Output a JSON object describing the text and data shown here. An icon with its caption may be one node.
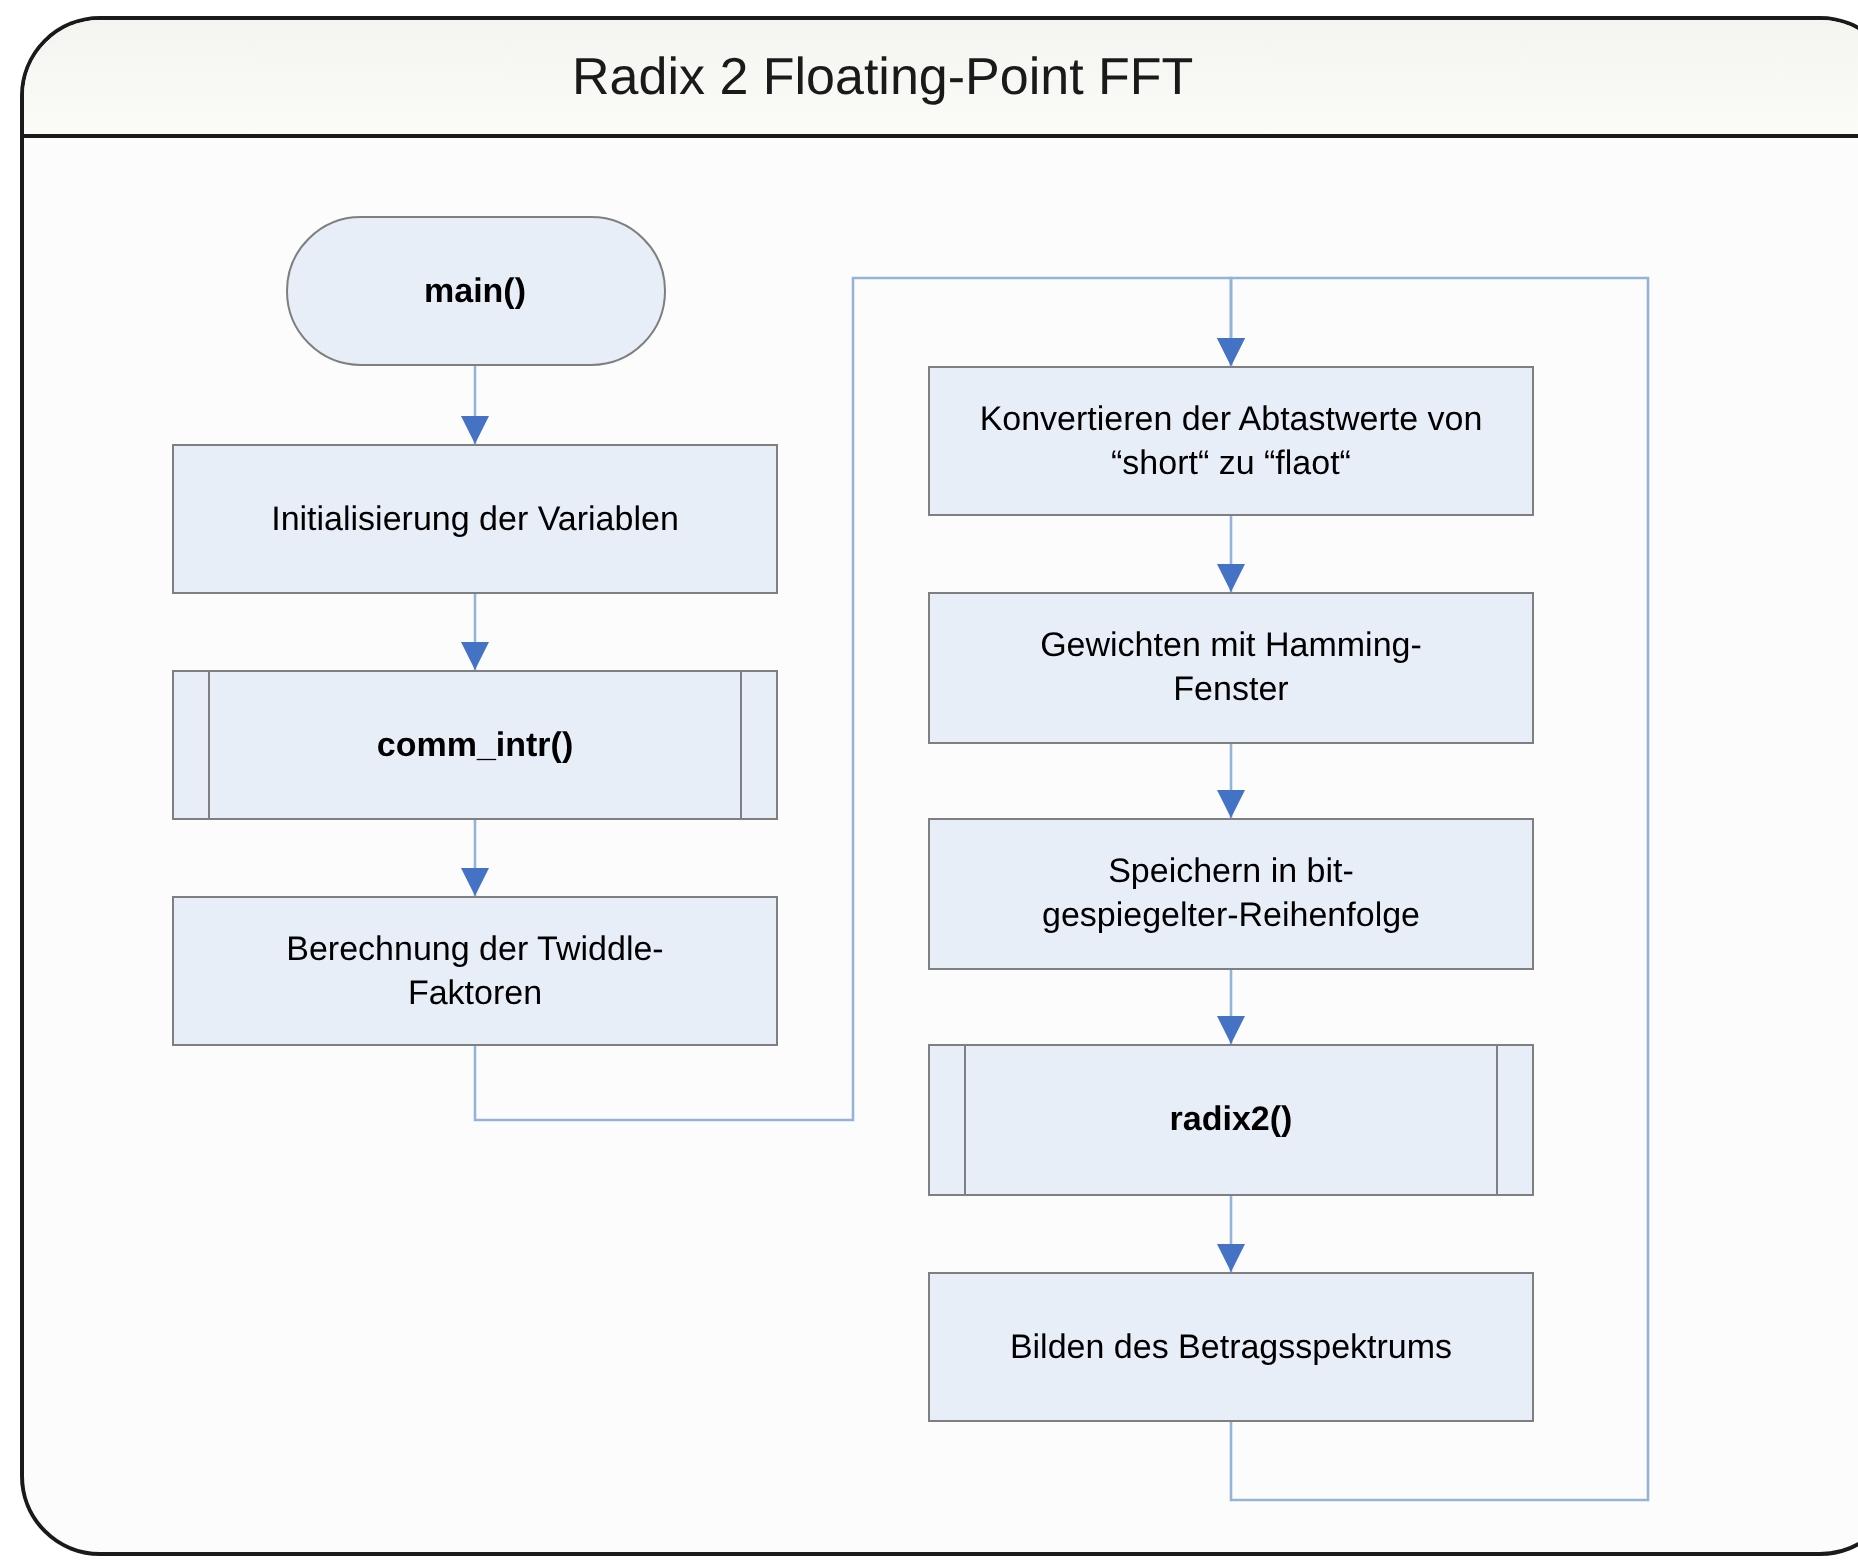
{
  "diagram": {
    "title": "Radix 2 Floating-Point FFT",
    "nodes": [
      {
        "text": [
          "main()"
        ]
      },
      {
        "text": [
          "Initialisierung der Variablen"
        ]
      },
      {
        "text": [
          "comm_intr()"
        ]
      },
      {
        "text": [
          "Berechnung der Twiddle-Faktoren"
        ]
      },
      {
        "text": [
          "Konvertieren der Abtastwerte von “short“ zu “flaot“"
        ]
      },
      {
        "text": [
          "Gewichten mit Hamming-Fenster"
        ]
      },
      {
        "text": [
          "Speichern in bit-gespiegelter-Reihenfolge"
        ]
      },
      {
        "text": [
          "radix2()"
        ]
      },
      {
        "text": [
          "Bilden des Betragsspektrums"
        ]
      }
    ],
    "edges": [
      {
        "from": 0,
        "to": 1,
        "arrow": "to"
      },
      {
        "from": 1,
        "to": 2,
        "arrow": "to"
      },
      {
        "from": 2,
        "to": 3,
        "arrow": "to"
      },
      {
        "from": 3,
        "to": 4,
        "arrow": "to"
      },
      {
        "from": 4,
        "to": 5,
        "arrow": "to"
      },
      {
        "from": 5,
        "to": 6,
        "arrow": "to"
      },
      {
        "from": 6,
        "to": 7,
        "arrow": "to"
      },
      {
        "from": 7,
        "to": 8,
        "arrow": "to"
      },
      {
        "from": 8,
        "to": 4,
        "arrow": "to"
      }
    ]
  }
}
